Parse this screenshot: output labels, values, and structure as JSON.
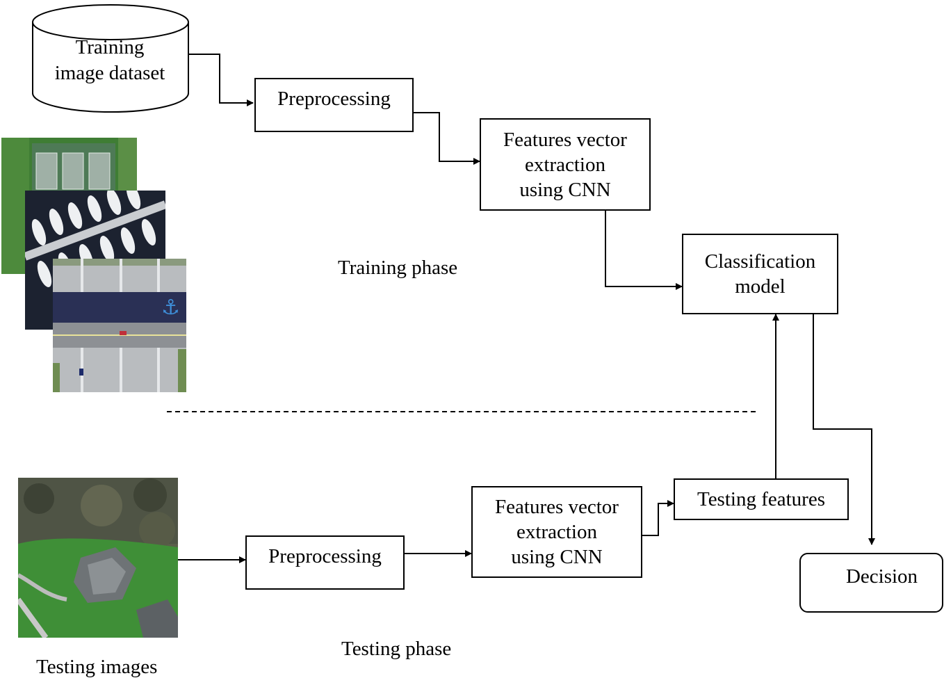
{
  "diagram": {
    "training": {
      "dataset_line1": "Training",
      "dataset_line2": "image dataset",
      "preprocessing": "Preprocessing",
      "features_line1": "Features vector",
      "features_line2": "extraction",
      "features_line3": "using CNN",
      "phase_label": "Training phase"
    },
    "classification_line1": "Classification",
    "classification_line2": "model",
    "testing": {
      "preprocessing": "Preprocessing",
      "features_line1": "Features vector",
      "features_line2": "extraction",
      "features_line3": "using CNN",
      "testing_features": "Testing features",
      "phase_label": "Testing phase",
      "images_label": "Testing images"
    },
    "decision": "Decision"
  },
  "colors": {
    "line": "#000000",
    "grass": "#3f7d34",
    "water": "#1c2230",
    "road": "#b9bcbf",
    "bridge": "#2a3055"
  }
}
